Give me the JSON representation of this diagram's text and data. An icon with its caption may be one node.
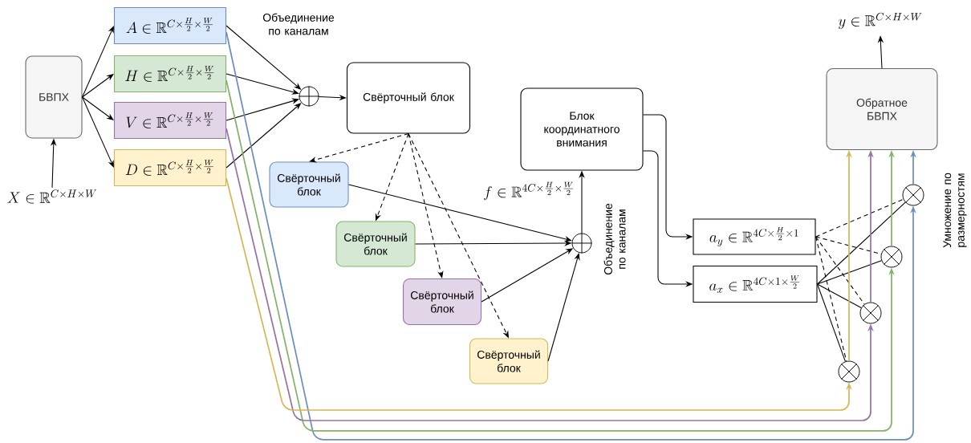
{
  "diagram": {
    "nodes": [
      {
        "text": [
          "БВПХ"
        ]
      },
      {
        "text": [
          "X \\in \\mathbb{R}^{C\\times H\\times W}"
        ]
      },
      {
        "text": [
          "A \\in \\mathbb{R}^{C\\times\\frac{H}{2}\\times\\frac{W}{2}}"
        ]
      },
      {
        "text": [
          "H \\in \\mathbb{R}^{C\\times\\frac{H}{2}\\times\\frac{W}{2}}"
        ]
      },
      {
        "text": [
          "V \\in \\mathbb{R}^{C\\times\\frac{H}{2}\\times\\frac{W}{2}}"
        ]
      },
      {
        "text": [
          "D \\in \\mathbb{R}^{C\\times\\frac{H}{2}\\times\\frac{W}{2}}"
        ]
      },
      {
        "text": [],
        "shape": "circle"
      },
      {
        "text": [
          "Свёрточный блок"
        ]
      },
      {
        "text": [
          "Свёрточный блок"
        ]
      },
      {
        "text": [
          "Свёрточный блок"
        ]
      },
      {
        "text": [
          "Свёрточный блок"
        ]
      },
      {
        "text": [
          "Свёрточный блок"
        ]
      },
      {
        "text": [],
        "shape": "circle"
      },
      {
        "text": [
          "Блок координатного внимания"
        ]
      },
      {
        "text": [
          "a_y \\in \\mathbb{R}^{4C\\times\\frac{H}{2}\\times 1}"
        ]
      },
      {
        "text": [
          "a_x \\in \\mathbb{R}^{4C\\times 1\\times\\frac{W}{2}}"
        ]
      },
      {
        "text": [],
        "shape": "circle"
      },
      {
        "text": [],
        "shape": "circle"
      },
      {
        "text": [],
        "shape": "circle"
      },
      {
        "text": [],
        "shape": "circle"
      },
      {
        "text": [
          "Обратное БВПХ"
        ]
      },
      {
        "text": [
          "y \\in \\mathbb{R}^{C\\times H\\times W}"
        ]
      }
    ],
    "edges": [
      {
        "from": 1,
        "to": 0,
        "arrow": "to"
      },
      {
        "from": 0,
        "to": 2,
        "arrow": "to"
      },
      {
        "from": 0,
        "to": 3,
        "arrow": "to"
      },
      {
        "from": 0,
        "to": 4,
        "arrow": "to"
      },
      {
        "from": 0,
        "to": 5,
        "arrow": "to"
      },
      {
        "from": 2,
        "to": 6,
        "arrow": "to"
      },
      {
        "from": 3,
        "to": 6,
        "arrow": "to"
      },
      {
        "from": 4,
        "to": 6,
        "arrow": "to"
      },
      {
        "from": 5,
        "to": 6,
        "arrow": "to"
      },
      {
        "from": 6,
        "to": 7,
        "arrow": "to"
      },
      {
        "from": 7,
        "to": 8,
        "arrow": "to",
        "style": "dashed"
      },
      {
        "from": 7,
        "to": 9,
        "arrow": "to",
        "style": "dashed"
      },
      {
        "from": 7,
        "to": 10,
        "arrow": "to",
        "style": "dashed"
      },
      {
        "from": 7,
        "to": 11,
        "arrow": "to",
        "style": "dashed"
      },
      {
        "from": 8,
        "to": 12,
        "arrow": "to"
      },
      {
        "from": 9,
        "to": 12,
        "arrow": "to"
      },
      {
        "from": 10,
        "to": 12,
        "arrow": "to"
      },
      {
        "from": 11,
        "to": 12,
        "arrow": "to"
      },
      {
        "from": 12,
        "to": 13,
        "arrow": "to",
        "label": "f \\in \\mathbb{R}^{4C\\times\\frac{H}{2}\\times\\frac{W}{2}}"
      },
      {
        "from": 13,
        "to": 14,
        "arrow": "to"
      },
      {
        "from": 13,
        "to": 15,
        "arrow": "to"
      },
      {
        "from": 14,
        "to": 16,
        "arrow": "none",
        "style": "dashed"
      },
      {
        "from": 14,
        "to": 17,
        "arrow": "none",
        "style": "dashed"
      },
      {
        "from": 14,
        "to": 18,
        "arrow": "none",
        "style": "dashed"
      },
      {
        "from": 14,
        "to": 19,
        "arrow": "none",
        "style": "dashed"
      },
      {
        "from": 15,
        "to": 16,
        "arrow": "none"
      },
      {
        "from": 15,
        "to": 17,
        "arrow": "none"
      },
      {
        "from": 15,
        "to": 18,
        "arrow": "none"
      },
      {
        "from": 15,
        "to": 19,
        "arrow": "none"
      },
      {
        "from": 2,
        "to": 19,
        "arrow": "to",
        "color": "#6c8ebf"
      },
      {
        "from": 3,
        "to": 18,
        "arrow": "to",
        "color": "#82b366"
      },
      {
        "from": 4,
        "to": 17,
        "arrow": "to",
        "color": "#9673a6"
      },
      {
        "from": 5,
        "to": 16,
        "arrow": "to",
        "color": "#d6b656"
      },
      {
        "from": 16,
        "to": 20,
        "arrow": "to",
        "color": "#d6b656"
      },
      {
        "from": 17,
        "to": 20,
        "arrow": "to",
        "color": "#9673a6"
      },
      {
        "from": 18,
        "to": 20,
        "arrow": "to",
        "color": "#82b366"
      },
      {
        "from": 19,
        "to": 20,
        "arrow": "to",
        "color": "#6c8ebf"
      },
      {
        "from": 20,
        "to": 21,
        "arrow": "to"
      }
    ],
    "labels": [
      "Объединение по каналам",
      "Объединение по каналам",
      "Умножение по размерностям"
    ]
  }
}
